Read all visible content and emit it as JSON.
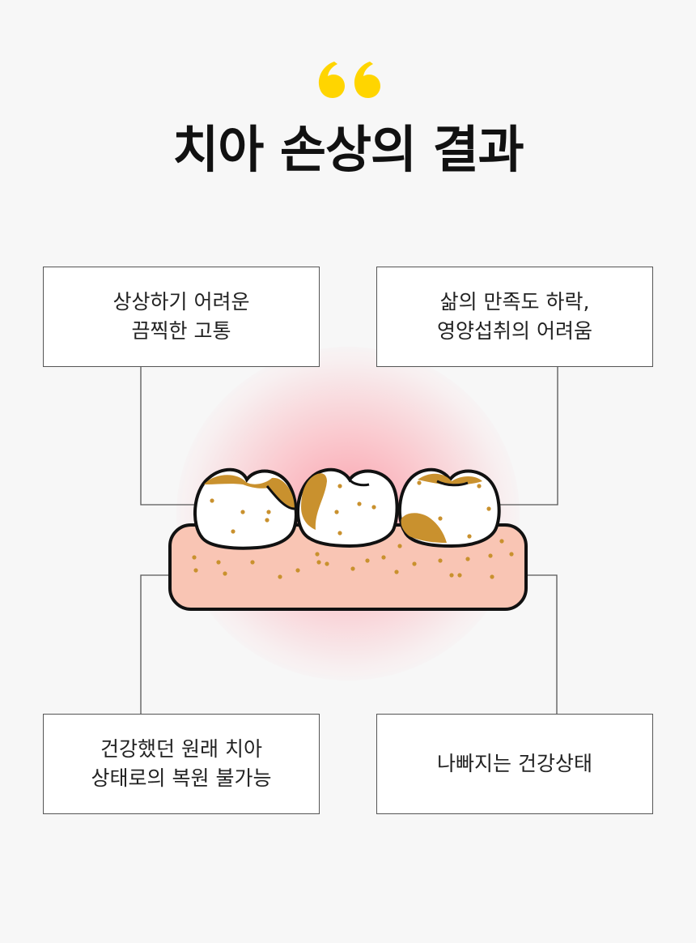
{
  "title": "치아 손상의 결과",
  "colors": {
    "quote_mark": "#ffd500",
    "background": "#f7f7f7",
    "gum_fill": "#f9c5b4",
    "stain": "#c9912e",
    "outline": "#111111",
    "glow": "#ff6070"
  },
  "callouts": [
    {
      "lines": [
        "상상하기 어려운",
        "끔찍한 고통"
      ]
    },
    {
      "lines": [
        "삶의 만족도 하락,",
        "영양섭취의 어려움"
      ]
    },
    {
      "lines": [
        "건강했던 원래 치아",
        "상태로의 복원 불가능"
      ]
    },
    {
      "lines": [
        "나빠지는 건강상태"
      ]
    }
  ]
}
